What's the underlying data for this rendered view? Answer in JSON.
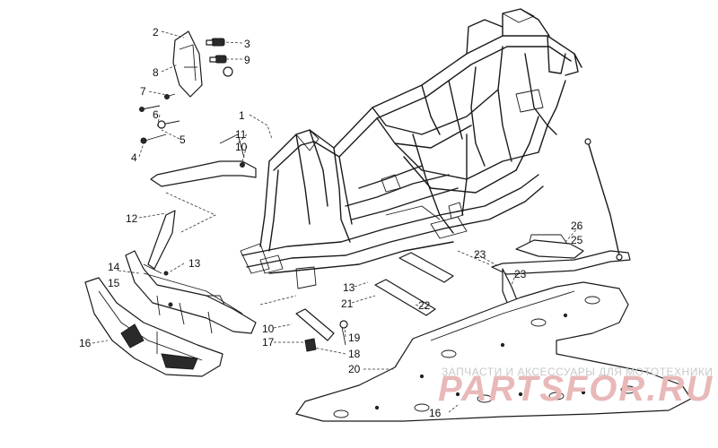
{
  "callouts": [
    {
      "id": "2",
      "text": "2"
    },
    {
      "id": "8",
      "text": "8"
    },
    {
      "id": "7",
      "text": "7"
    },
    {
      "id": "6",
      "text": "6"
    },
    {
      "id": "5",
      "text": "5"
    },
    {
      "id": "4",
      "text": "4"
    },
    {
      "id": "3",
      "text": "3"
    },
    {
      "id": "9",
      "text": "9"
    },
    {
      "id": "1",
      "text": "1"
    },
    {
      "id": "11",
      "text": "11"
    },
    {
      "id": "10a",
      "text": "10"
    },
    {
      "id": "12",
      "text": "12"
    },
    {
      "id": "13a",
      "text": "13"
    },
    {
      "id": "14",
      "text": "14"
    },
    {
      "id": "15",
      "text": "15"
    },
    {
      "id": "16a",
      "text": "16"
    },
    {
      "id": "13b",
      "text": "13"
    },
    {
      "id": "21",
      "text": "21"
    },
    {
      "id": "22",
      "text": "22"
    },
    {
      "id": "10b",
      "text": "10"
    },
    {
      "id": "17",
      "text": "17"
    },
    {
      "id": "19",
      "text": "19"
    },
    {
      "id": "18",
      "text": "18"
    },
    {
      "id": "20",
      "text": "20"
    },
    {
      "id": "23a",
      "text": "23"
    },
    {
      "id": "23b",
      "text": "23"
    },
    {
      "id": "26",
      "text": "26"
    },
    {
      "id": "25",
      "text": "25"
    },
    {
      "id": "16b",
      "text": "16"
    }
  ],
  "watermark": {
    "subtitle": "ЗАПЧАСТИ И АКСЕССУАРЫ ДЛЯ МОТОТЕХНИКИ",
    "brand": "PARTSFOR.RU",
    "color": "#e9b8b8"
  }
}
